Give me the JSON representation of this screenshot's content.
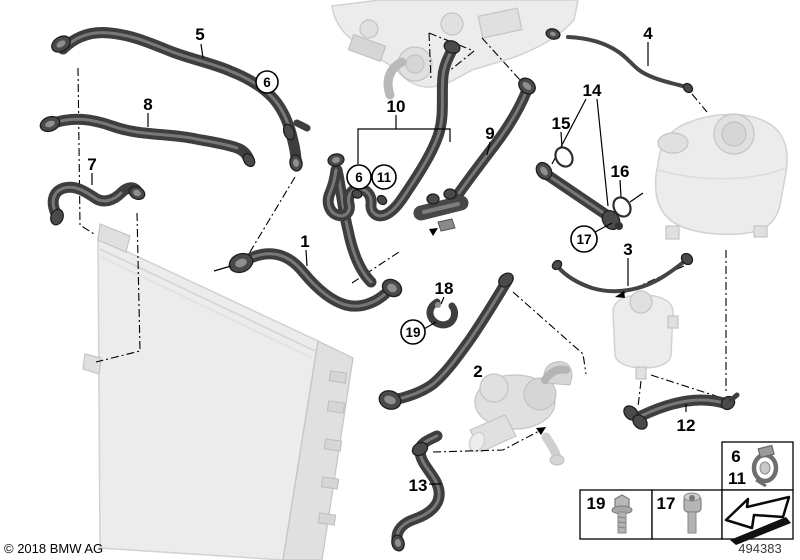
{
  "footer": {
    "copyright": "© 2018 BMW AG",
    "part_number": "494383"
  },
  "callouts": {
    "1": "1",
    "2": "2",
    "3": "3",
    "4": "4",
    "5": "5",
    "6": "6",
    "7": "7",
    "8": "8",
    "9": "9",
    "10": "10",
    "11": "11",
    "12": "12",
    "13": "13",
    "14": "14",
    "15": "15",
    "16": "16",
    "17": "17",
    "18": "18",
    "19": "19"
  },
  "legend": {
    "clamp_a": "6",
    "clamp_b": "11",
    "screw": "19",
    "bolt": "17"
  },
  "icons": {
    "clamp": "hose-clamp",
    "screw": "flange-head-screw",
    "bolt": "socket-head-bolt",
    "arrow": "viewing-direction-arrow"
  },
  "colors": {
    "hose": "#3e3e3e",
    "faded_fill": "#ececec",
    "line": "#000000"
  }
}
